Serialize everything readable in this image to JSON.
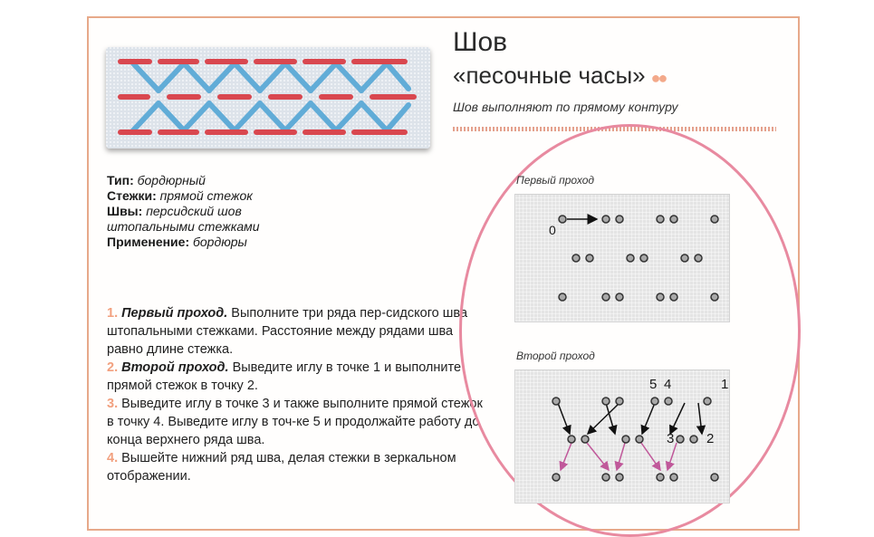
{
  "header": {
    "title_line1": "Шов",
    "title_line2": "«песочные часы»",
    "difficulty_dots": "●●",
    "subtitle": "Шов выполняют по прямому контуру"
  },
  "spec": {
    "type_label": "Тип:",
    "type_value": "бордюрный",
    "stitches_label": "Стежки:",
    "stitches_value": "прямой стежок",
    "seams_label": "Швы:",
    "seams_value_line1": "персидский шов",
    "seams_value_line2": "штопальными стежками",
    "use_label": "Применение:",
    "use_value": "бордюры"
  },
  "steps": [
    {
      "num": "1.",
      "title": "Первый проход.",
      "text": "Выполните три ряда пер-сидского шва штопальными стежками. Расстояние между рядами шва равно длине стежка."
    },
    {
      "num": "2.",
      "title": "Второй проход.",
      "text": "Выведите иглу в точке 1 и выполните прямой стежок в точку 2."
    },
    {
      "num": "3.",
      "title": "",
      "text": "Выведите иглу в точке 3 и также выполните прямой стежок в точку 4. Выведите иглу в точ-ке 5 и продолжайте работу до конца верхнего ряда шва."
    },
    {
      "num": "4.",
      "title": "",
      "text": "Вышейте нижний ряд шва, делая стежки в зеркальном отображении."
    }
  ],
  "diagrams": {
    "pass1_label": "Первый проход",
    "pass2_label": "Второй проход",
    "pass1_start": "0",
    "pass2_labels": {
      "five": "5",
      "four": "4",
      "one": "1",
      "three": "3",
      "two": "2"
    }
  },
  "colors": {
    "frame": "#e7a98a",
    "accent": "#f2a07e",
    "circle": "#e88aa0",
    "thread_red": "#d9474f",
    "thread_blue": "#5aa9d6",
    "arrow_pink": "#c0589a"
  }
}
